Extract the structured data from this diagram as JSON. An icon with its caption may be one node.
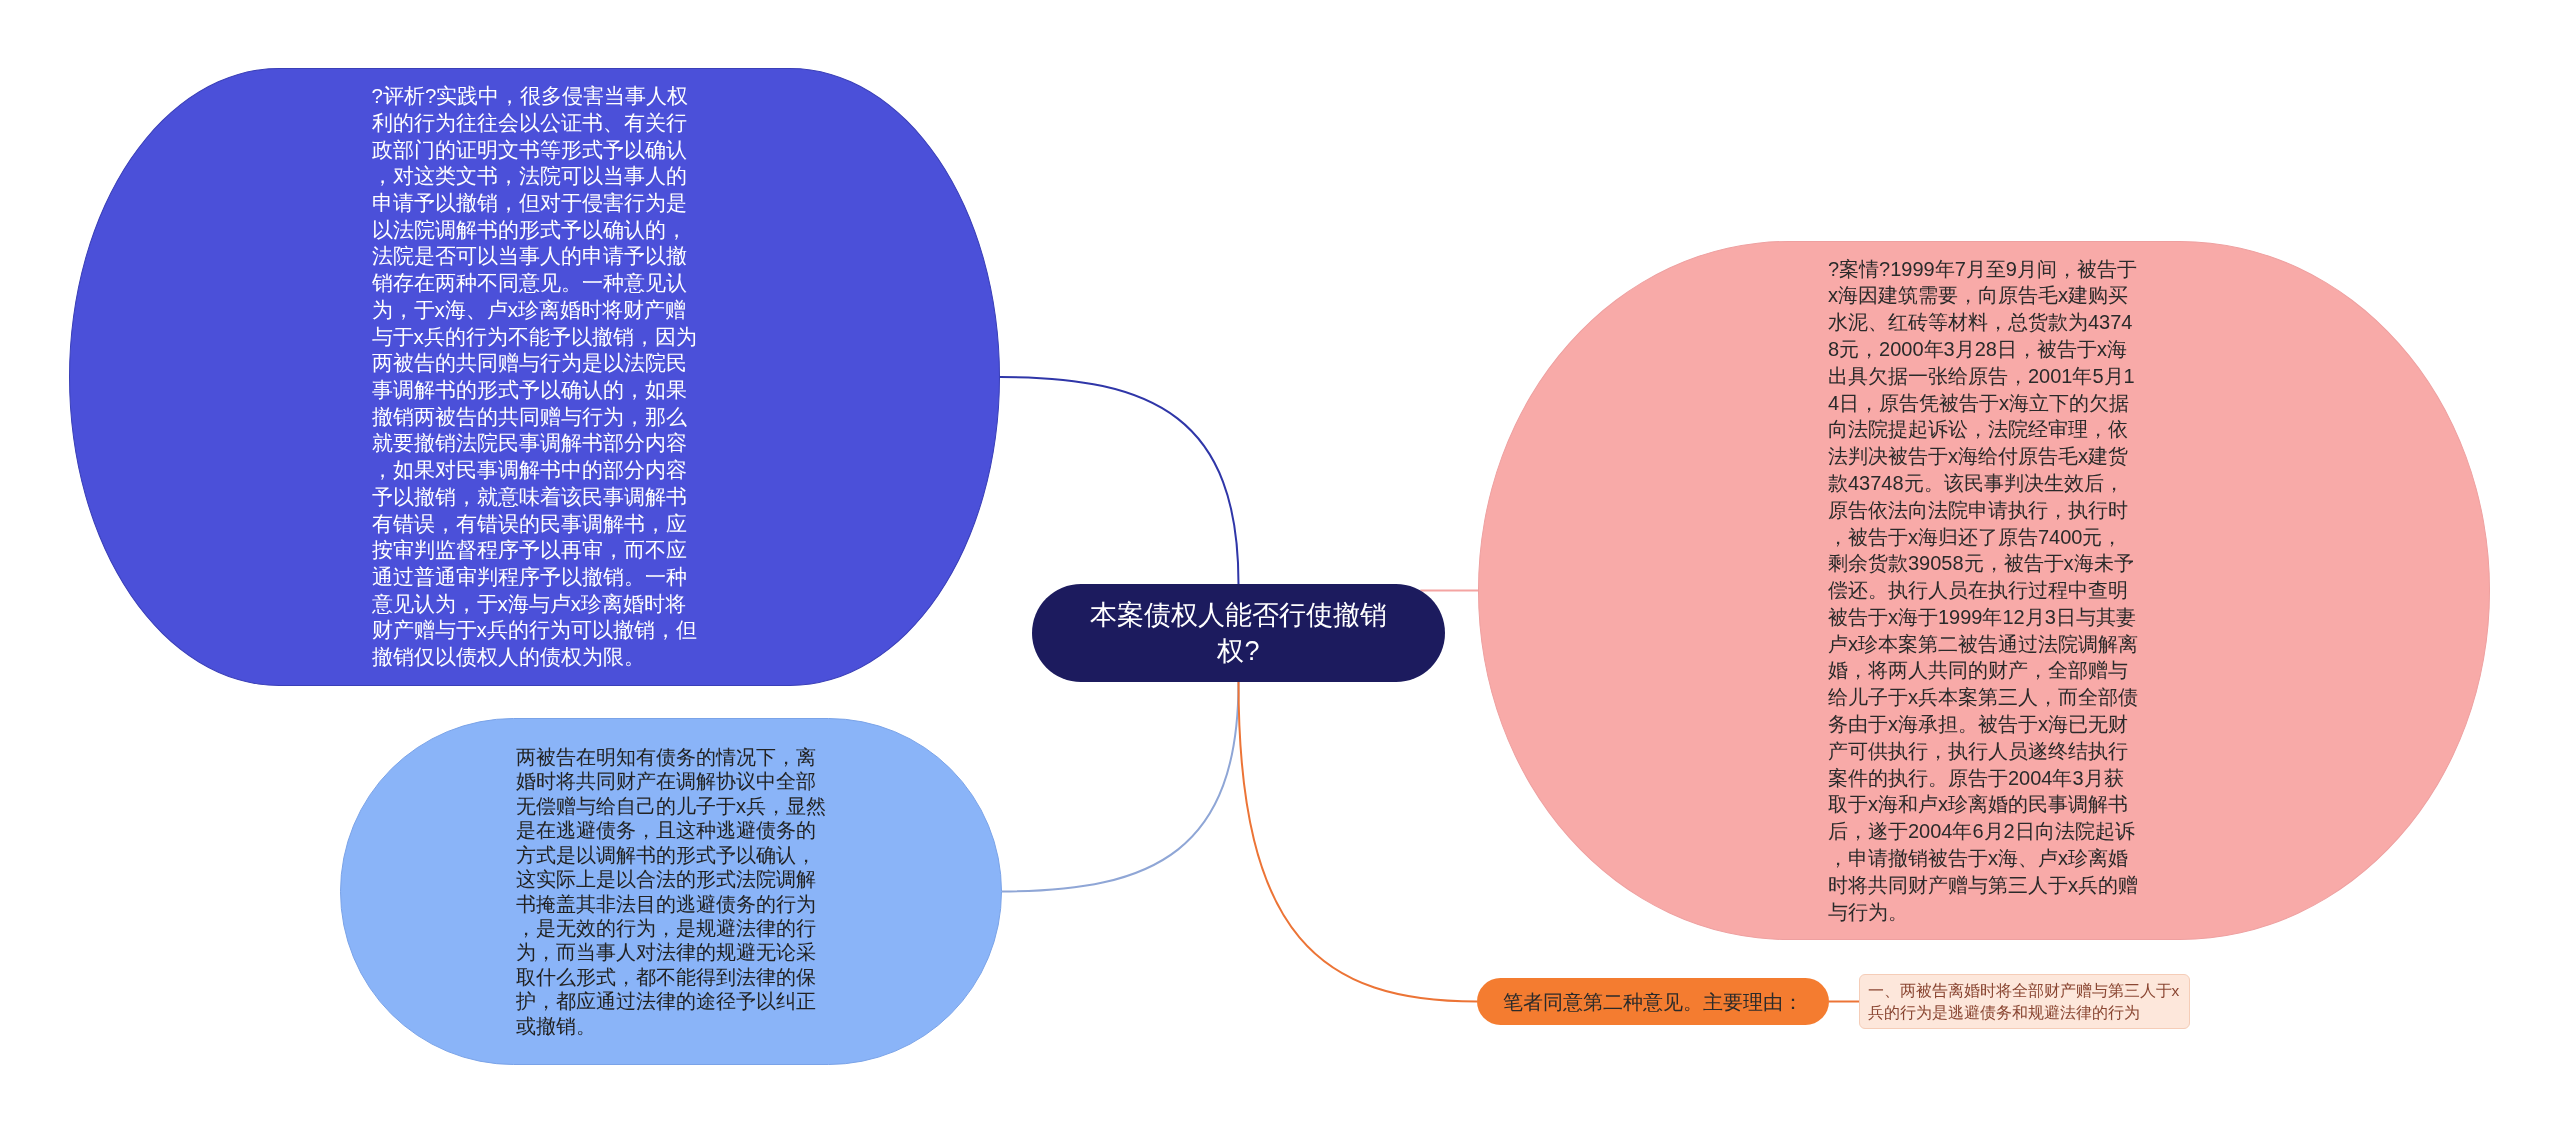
{
  "diagram": {
    "nodes": [
      {
        "text": [
          "本案债权人能否行使撤销权?"
        ]
      },
      {
        "text": [
          "?评析?实践中，很多侵害当事人权利的行为往往会以公证书、有关行政部门的证明文书等形式予以确认，对这类文书，法院可以当事人的申请予以撤销，但对于侵害行为是以法院调解书的形式予以确认的，法院是否可以当事人的申请予以撤销存在两种不同意见。一种意见认为，于x海、卢x珍离婚时将财产赠与于x兵的行为不能予以撤销，因为两被告的共同赠与行为是以法院民事调解书的形式予以确认的，如果撤销两被告的共同赠与行为，那么就要撤销法院民事调解书部分内容，如果对民事调解书中的部分内容予以撤销，就意味着该民事调解书有错误，有错误的民事调解书，应按审判监督程序予以再审，而不应通过普通审判程序予以撤销。一种意见认为，于x海与卢x珍离婚时将财产赠与于x兵的行为可以撤销，但撤销仅以债权人的债权为限。"
        ]
      },
      {
        "text": [
          "两被告在明知有债务的情况下，离婚时将共同财产在调解协议中全部无偿赠与给自己的儿子于x兵，显然是在逃避债务，且这种逃避债务的方式是以调解书的形式予以确认，这实际上是以合法的形式法院调解书掩盖其非法目的逃避债务的行为，是无效的行为，是规避法律的行为，而当事人对法律的规避无论采取什么形式，都不能得到法律的保护，都应通过法律的途径予以纠正或撤销。"
        ]
      },
      {
        "text": [
          "?案情?1999年7月至9月间，被告于x海因建筑需要，向原告毛x建购买水泥、红砖等材料，总货款为43748元，2000年3月28日，被告于x海出具欠据一张给原告，2001年5月14日，原告凭被告于x海立下的欠据向法院提起诉讼，法院经审理，依法判决被告于x海给付原告毛x建货款43748元。该民事判决生效后，原告依法向法院申请执行，执行时，被告于x海归还了原告7400元，剩余货款39058元，被告于x海未予偿还。执行人员在执行过程中查明被告于x海于1999年12月3日与其妻卢x珍本案第二被告通过法院调解离婚，将两人共同的财产，全部赠与给儿子于x兵本案第三人，而全部债务由于x海承担。被告于x海已无财产可供执行，执行人员遂终结执行案件的执行。原告于2004年3月获取于x海和卢x珍离婚的民事调解书后，遂于2004年6月2日向法院起诉，申请撤销被告于x海、卢x珍离婚时将共同财产赠与第三人于x兵的赠与行为。"
        ]
      },
      {
        "text": [
          "笔者同意第二种意见。主要理由："
        ]
      },
      {
        "text": [
          "一、两被告离婚时将全部财产赠与第三人于x兵的行为是逃避债务和规避法律的行为"
        ]
      }
    ],
    "edges": [
      {
        "from": 0,
        "to": 1,
        "arrow": "none",
        "color": "#2f36a8"
      },
      {
        "from": 0,
        "to": 2,
        "arrow": "none",
        "color": "#8fa6d6"
      },
      {
        "from": 0,
        "to": 3,
        "arrow": "none",
        "color": "#f4a4a2"
      },
      {
        "from": 0,
        "to": 4,
        "arrow": "none",
        "color": "#ec7436"
      },
      {
        "from": 4,
        "to": 5,
        "arrow": "none",
        "color": "#ec7436"
      }
    ]
  }
}
